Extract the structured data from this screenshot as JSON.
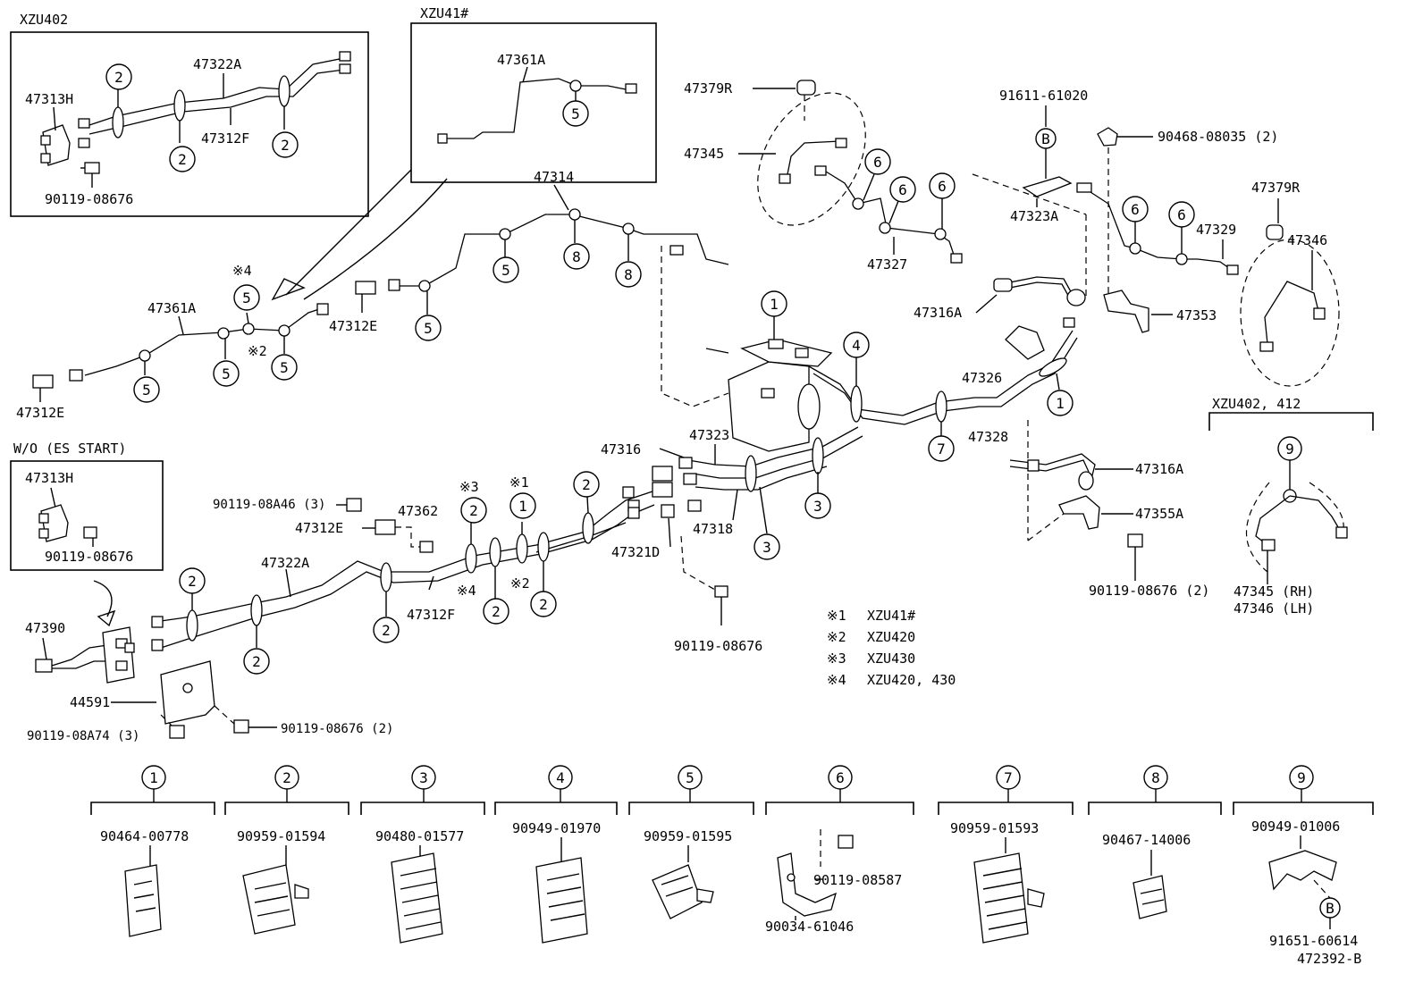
{
  "insets": {
    "xzu402": "XZU402",
    "xzu41": "XZU41#",
    "wo_es": "W/O (ES START)",
    "xzu402_412": "XZU402, 412"
  },
  "parts": {
    "p47322A": "47322A",
    "p47313H": "47313H",
    "p47312F": "47312F",
    "p90119_08676": "90119-08676",
    "p47361A": "47361A",
    "p47314": "47314",
    "p47312E": "47312E",
    "p47379R": "47379R",
    "p47345": "47345",
    "p47327": "47327",
    "p91611": "91611-61020",
    "p90468": "90468-08035 (2)",
    "p47323A": "47323A",
    "p47329": "47329",
    "p47346": "47346",
    "p47316A": "47316A",
    "p47353": "47353",
    "p47326": "47326",
    "p47328": "47328",
    "p47355A": "47355A",
    "p90119_08676_2": "90119-08676 (2)",
    "p47316": "47316",
    "p47323": "47323",
    "p47318": "47318",
    "p47321D": "47321D",
    "p90119_08A46": "90119-08A46 (3)",
    "p47362": "47362",
    "p47390": "47390",
    "p44591": "44591",
    "p90119_08A74": "90119-08A74 (3)",
    "p47345rh": "47345 (RH)",
    "p47346lh": "47346 (LH)"
  },
  "marks": {
    "c1": "1",
    "c2": "2",
    "c3": "3",
    "c4": "4",
    "c5": "5",
    "c6": "6",
    "c7": "7",
    "c8": "8",
    "c9": "9",
    "B": "B",
    "n1": "※1",
    "n2": "※2",
    "n3": "※3",
    "n4": "※4"
  },
  "notes": [
    {
      "mark": "※1",
      "text": "XZU41#"
    },
    {
      "mark": "※2",
      "text": "XZU420"
    },
    {
      "mark": "※3",
      "text": "XZU430"
    },
    {
      "mark": "※4",
      "text": "XZU420, 430"
    }
  ],
  "clamps": [
    {
      "num": "1",
      "part": "90464-00778"
    },
    {
      "num": "2",
      "part": "90959-01594"
    },
    {
      "num": "3",
      "part": "90480-01577"
    },
    {
      "num": "4",
      "part": "90949-01970"
    },
    {
      "num": "5",
      "part": "90959-01595"
    },
    {
      "num": "6",
      "part": "",
      "part_a": "90119-08587",
      "part_b": "90034-61046"
    },
    {
      "num": "7",
      "part": "90959-01593"
    },
    {
      "num": "8",
      "part": "90467-14006"
    },
    {
      "num": "9",
      "part": "90949-01006",
      "part_b": "91651-60614"
    }
  ],
  "diagram_code": "472392-B"
}
